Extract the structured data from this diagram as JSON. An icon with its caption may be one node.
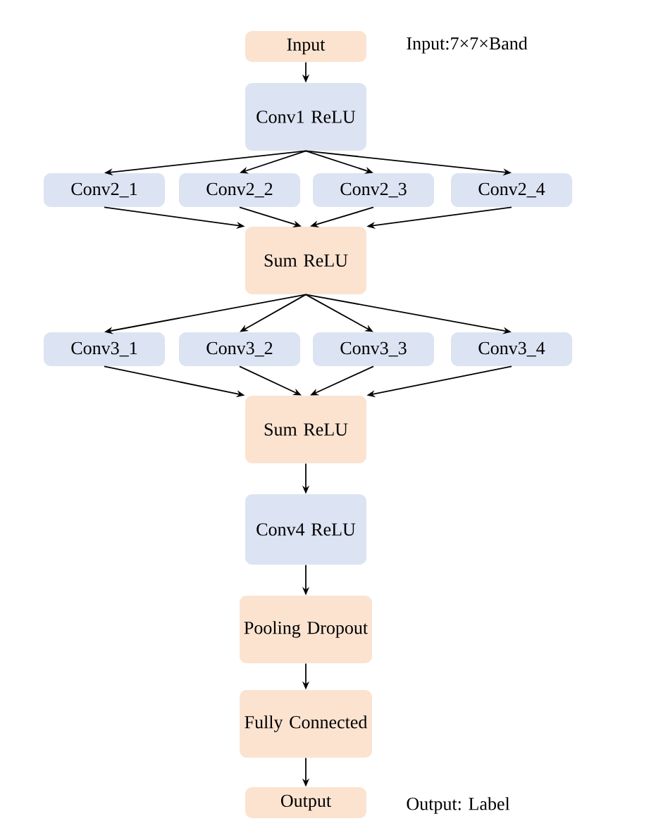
{
  "diagram": {
    "nodes": [
      {
        "text": [
          "Input"
        ],
        "beside": [
          "Input:7×7×Band"
        ]
      },
      {
        "text": [
          "Conv1 ReLU"
        ]
      },
      {
        "text": [
          "Conv2_1"
        ]
      },
      {
        "text": [
          "Conv2_2"
        ]
      },
      {
        "text": [
          "Conv2_3"
        ]
      },
      {
        "text": [
          "Conv2_4"
        ]
      },
      {
        "text": [
          "Sum ReLU"
        ]
      },
      {
        "text": [
          "Conv3_1"
        ]
      },
      {
        "text": [
          "Conv3_2"
        ]
      },
      {
        "text": [
          "Conv3_3"
        ]
      },
      {
        "text": [
          "Conv3_4"
        ]
      },
      {
        "text": [
          "Sum ReLU"
        ]
      },
      {
        "text": [
          "Conv4 ReLU"
        ]
      },
      {
        "text": [
          "Pooling Dropout"
        ]
      },
      {
        "text": [
          "Fully Connected"
        ]
      },
      {
        "text": [
          "Output"
        ],
        "beside": [
          "Output: Label"
        ]
      }
    ],
    "edges": [
      {
        "from": 0,
        "to": 1,
        "arrow": "to"
      },
      {
        "from": 1,
        "to": 2,
        "arrow": "to"
      },
      {
        "from": 1,
        "to": 3,
        "arrow": "to"
      },
      {
        "from": 1,
        "to": 4,
        "arrow": "to"
      },
      {
        "from": 1,
        "to": 5,
        "arrow": "to"
      },
      {
        "from": 2,
        "to": 6,
        "arrow": "to"
      },
      {
        "from": 3,
        "to": 6,
        "arrow": "to"
      },
      {
        "from": 4,
        "to": 6,
        "arrow": "to"
      },
      {
        "from": 5,
        "to": 6,
        "arrow": "to"
      },
      {
        "from": 6,
        "to": 7,
        "arrow": "to"
      },
      {
        "from": 6,
        "to": 8,
        "arrow": "to"
      },
      {
        "from": 6,
        "to": 9,
        "arrow": "to"
      },
      {
        "from": 6,
        "to": 10,
        "arrow": "to"
      },
      {
        "from": 7,
        "to": 11,
        "arrow": "to"
      },
      {
        "from": 8,
        "to": 11,
        "arrow": "to"
      },
      {
        "from": 9,
        "to": 11,
        "arrow": "to"
      },
      {
        "from": 10,
        "to": 11,
        "arrow": "to"
      },
      {
        "from": 11,
        "to": 12,
        "arrow": "to"
      },
      {
        "from": 12,
        "to": 13,
        "arrow": "to"
      },
      {
        "from": 13,
        "to": 14,
        "arrow": "to"
      },
      {
        "from": 14,
        "to": 15,
        "arrow": "to"
      }
    ]
  }
}
